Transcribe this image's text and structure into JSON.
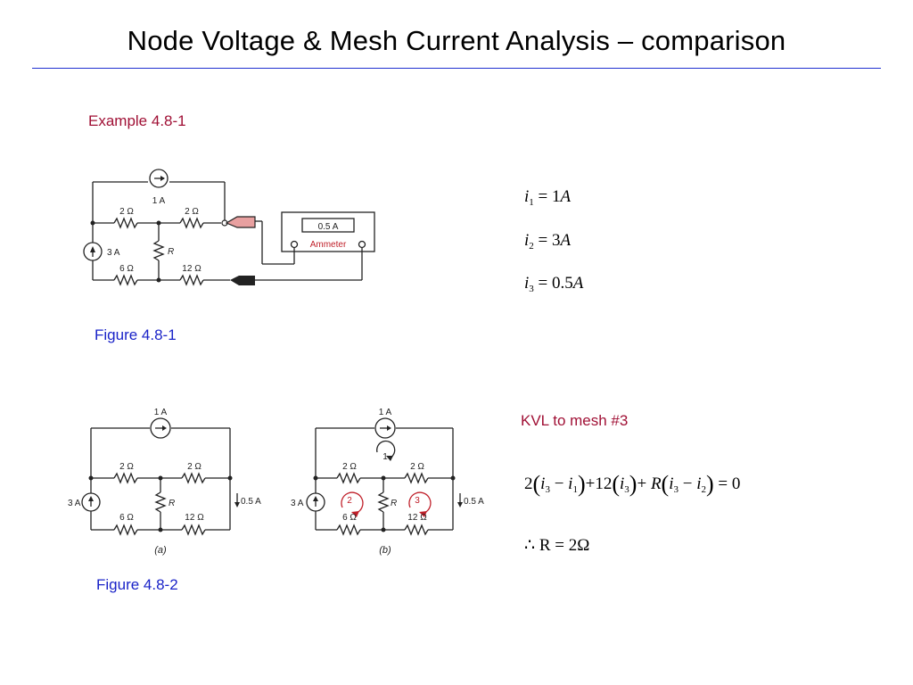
{
  "title": "Node Voltage & Mesh Current Analysis – comparison",
  "example_label": "Example 4.8-1",
  "figure1_caption": "Figure 4.8-1",
  "figure2_caption": "Figure 4.8-2",
  "kvl_label": "KVL to mesh #3",
  "colors": {
    "rule": "#1f2fd0",
    "red_text": "#a01035",
    "blue_text": "#1a23c8",
    "mesh_arrow": "#c0202a",
    "probe_pink": "#e8a0a0"
  },
  "circuit1": {
    "source_top": "1 A",
    "source_left": "3 A",
    "r_top_left": "2 Ω",
    "r_top_right": "2 Ω",
    "r_bottom_left": "6 Ω",
    "r_bottom_right": "12 Ω",
    "r_middle": "R",
    "meter_reading": "0.5 A",
    "meter_name": "Ammeter"
  },
  "circuit_a": {
    "source_top": "1 A",
    "source_left": "3 A",
    "r_top_left": "2 Ω",
    "r_top_right": "2 Ω",
    "r_bottom_left": "6 Ω",
    "r_bottom_right": "12 Ω",
    "r_middle": "R",
    "current_right": "0.5 A",
    "caption": "(a)"
  },
  "circuit_b": {
    "source_top": "1 A",
    "source_left": "3 A",
    "r_top_left": "2 Ω",
    "r_top_right": "2 Ω",
    "r_bottom_left": "6 Ω",
    "r_bottom_right": "12 Ω",
    "r_middle": "R",
    "current_right": "0.5 A",
    "caption": "(b)",
    "mesh1": "1",
    "mesh2": "2",
    "mesh3": "3"
  },
  "equations": {
    "i1": {
      "var": "i",
      "sub": "1",
      "rhs": "= 1",
      "unit": "A"
    },
    "i2": {
      "var": "i",
      "sub": "2",
      "rhs": "= 3",
      "unit": "A"
    },
    "i3": {
      "var": "i",
      "sub": "3",
      "rhs": "= 0.5",
      "unit": "A"
    },
    "kvl_sub": {
      "s1": "3",
      "s2": "1",
      "s3": "3",
      "s4": "3",
      "s5": "2"
    },
    "result": "∴ R = 2Ω"
  }
}
